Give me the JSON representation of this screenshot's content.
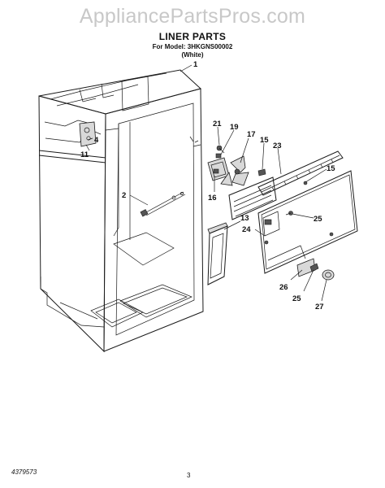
{
  "watermark": "AppliancePartsPros.com",
  "header": {
    "title": "LINER PARTS",
    "model_line": "For Model: 3HKGNS00002",
    "color_line": "(White)"
  },
  "footer": {
    "document_number": "4379573",
    "page_number": "3"
  },
  "callouts": [
    "1",
    "2",
    "4",
    "11",
    "13",
    "15",
    "15",
    "16",
    "17",
    "19",
    "21",
    "23",
    "24",
    "25",
    "25",
    "26",
    "27"
  ]
}
